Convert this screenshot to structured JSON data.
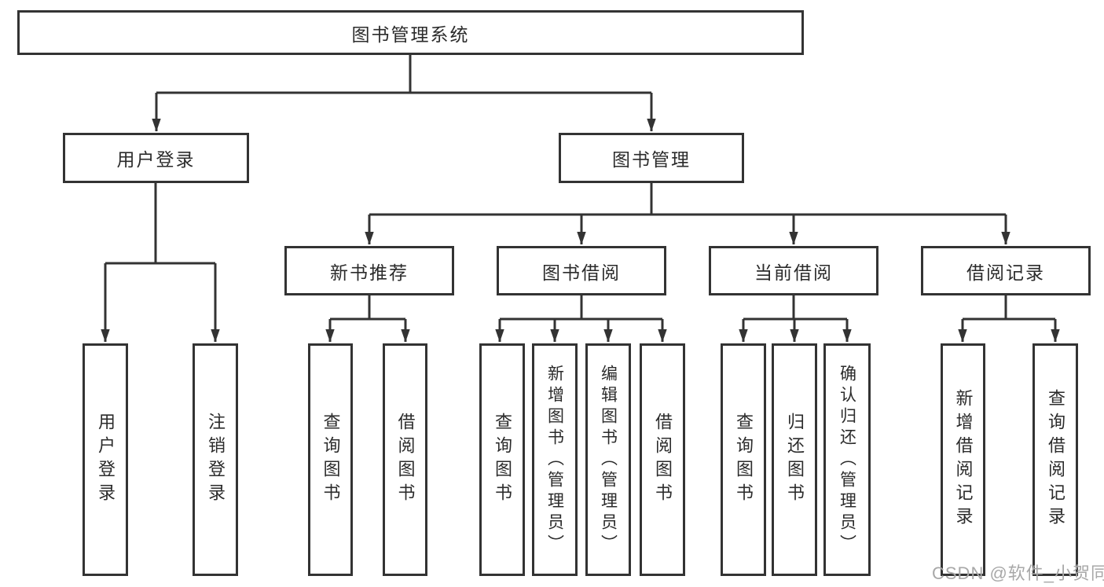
{
  "tree": {
    "root": {
      "label": "图书管理系统",
      "children": [
        {
          "label": "用户登录",
          "children": [
            {
              "label": "用户登录"
            },
            {
              "label": "注销登录"
            }
          ]
        },
        {
          "label": "图书管理",
          "children": [
            {
              "label": "新书推荐",
              "children": [
                {
                  "label": "查询图书"
                },
                {
                  "label": "借阅图书"
                }
              ]
            },
            {
              "label": "图书借阅",
              "children": [
                {
                  "label": "查询图书"
                },
                {
                  "label": "新增图书（管理员）"
                },
                {
                  "label": "编辑图书（管理员）"
                },
                {
                  "label": "借阅图书"
                }
              ]
            },
            {
              "label": "当前借阅",
              "children": [
                {
                  "label": "查询图书"
                },
                {
                  "label": "归还图书"
                },
                {
                  "label": "确认归还（管理员）"
                }
              ]
            },
            {
              "label": "借阅记录",
              "children": [
                {
                  "label": "新增借阅记录"
                },
                {
                  "label": "查询借阅记录"
                }
              ]
            }
          ]
        }
      ]
    }
  },
  "watermark": {
    "text": "CSDN @软件_小贺同学"
  },
  "colors": {
    "line": "#333333",
    "box_border": "#333333",
    "text": "#2b2b2b",
    "watermark": "#a8a8a8",
    "background": "#ffffff"
  }
}
